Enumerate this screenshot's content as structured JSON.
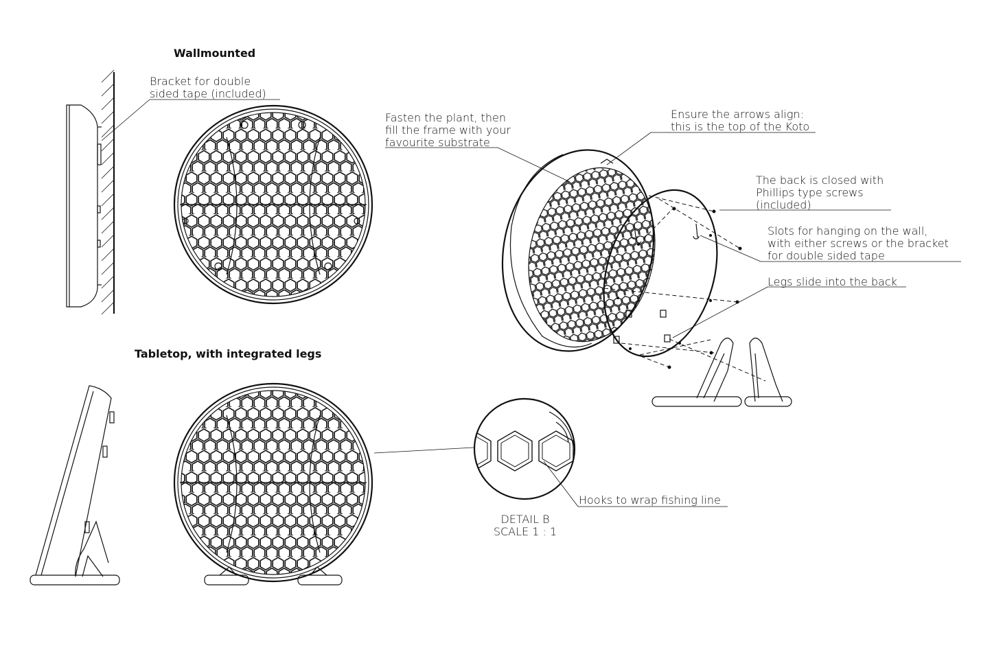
{
  "headings": {
    "wallmounted": "Wallmounted",
    "tabletop": "Tabletop, with integrated legs"
  },
  "callouts": {
    "bracket": [
      "Bracket for double",
      "sided tape (included)"
    ],
    "fasten": [
      "Fasten the plant, then",
      "fill the frame with your",
      "favourite substrate"
    ],
    "arrows": [
      "Ensure the arrows align:",
      "this is the top of the Koto"
    ],
    "back_closed": [
      "The back is closed with",
      "Phillips type screws",
      "(included)"
    ],
    "slots": [
      "Slots for hanging on the wall,",
      "with either screws or the bracket",
      "for double sided tape"
    ],
    "legs": [
      "Legs slide into the back"
    ],
    "hooks": [
      "Hooks to wrap fishing line"
    ]
  },
  "detail": {
    "title": "DETAIL B",
    "scale": "SCALE 1 : 1"
  }
}
